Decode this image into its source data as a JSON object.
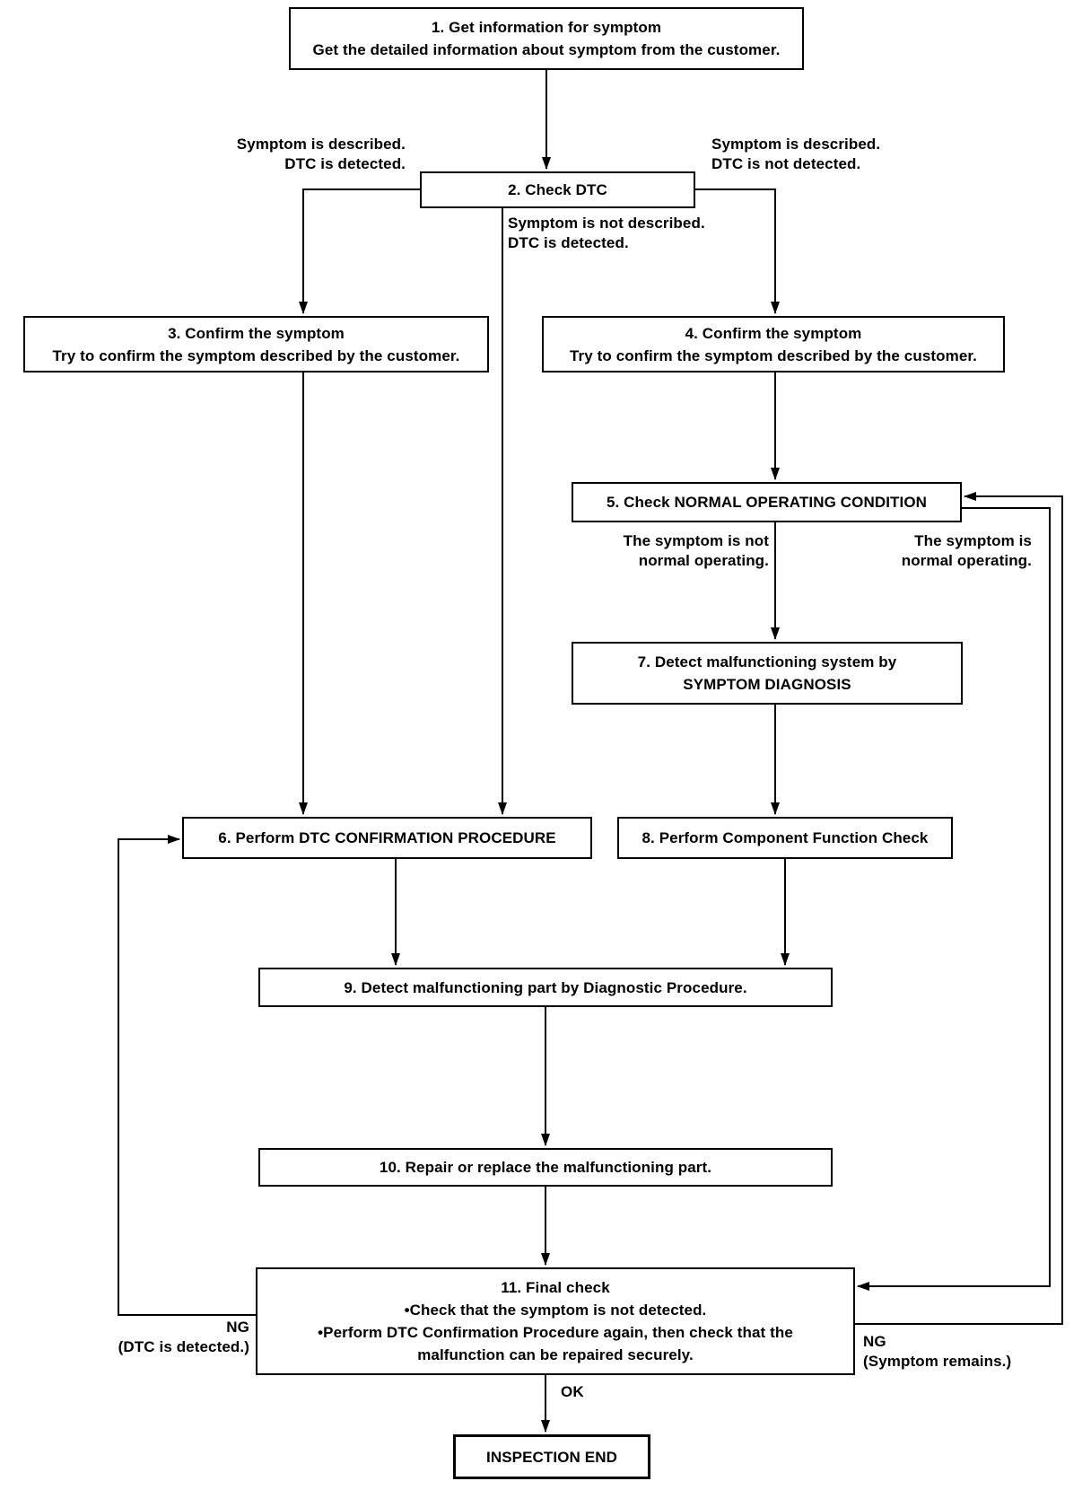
{
  "colors": {
    "background": "#ffffff",
    "line": "#000000",
    "text": "#000000"
  },
  "nodes": {
    "n1": {
      "lines": [
        "1. Get information for symptom",
        "Get the detailed information about symptom from the customer."
      ]
    },
    "n2": {
      "lines": [
        "2. Check DTC"
      ]
    },
    "n3": {
      "lines": [
        "3. Confirm the symptom",
        "Try to confirm the symptom described by the customer."
      ]
    },
    "n4": {
      "lines": [
        "4. Confirm the symptom",
        "Try to confirm the symptom described by the customer."
      ]
    },
    "n5": {
      "lines": [
        "5. Check NORMAL OPERATING CONDITION"
      ]
    },
    "n6": {
      "lines": [
        "6. Perform DTC CONFIRMATION PROCEDURE"
      ]
    },
    "n7": {
      "lines": [
        "7. Detect malfunctioning system by",
        "SYMPTOM DIAGNOSIS"
      ]
    },
    "n8": {
      "lines": [
        "8. Perform Component Function Check"
      ]
    },
    "n9": {
      "lines": [
        "9. Detect malfunctioning part by Diagnostic Procedure."
      ]
    },
    "n10": {
      "lines": [
        "10. Repair or replace the malfunctioning part."
      ]
    },
    "n11": {
      "lines": [
        "11. Final check",
        "•Check that the symptom is not detected.",
        "•Perform DTC Confirmation Procedure again, then check that the",
        "malfunction can be repaired securely."
      ]
    },
    "end": {
      "lines": [
        "INSPECTION END"
      ]
    }
  },
  "edge_labels": {
    "described_detected": [
      "Symptom is described.",
      "DTC is detected."
    ],
    "described_not_detected": [
      "Symptom is described.",
      "DTC is not detected."
    ],
    "not_described_detected": [
      "Symptom is not described.",
      "DTC is detected."
    ],
    "not_normal_operating": [
      "The symptom is not",
      "normal operating."
    ],
    "normal_operating": [
      "The symptom is",
      "normal operating."
    ],
    "ng_dtc_detected": [
      "NG",
      "(DTC is detected.)"
    ],
    "ng_symptom_remains": [
      "NG",
      "(Symptom remains.)"
    ],
    "ok": "OK"
  }
}
